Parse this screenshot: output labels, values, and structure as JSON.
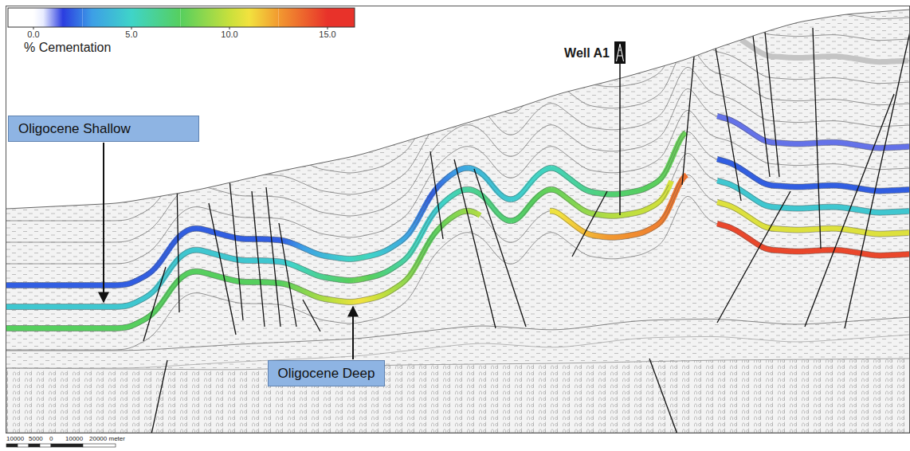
{
  "diagram": {
    "nodes": [
      {
        "text": [
          "Oligocene Shallow"
        ]
      },
      {
        "text": [
          "Oligocene Deep"
        ]
      }
    ],
    "labels": [
      "% Cementation",
      "Well A1",
      "10000",
      "5000",
      "0",
      "10000",
      "20000 meter"
    ],
    "legend": [
      {
        "text": "0.0",
        "color": "#ffffff"
      },
      {
        "text": "5.0",
        "color": "#3fd4c8"
      },
      {
        "text": "10.0",
        "color": "#c8e03c"
      },
      {
        "text": "15.0",
        "color": "#e8322a"
      }
    ]
  }
}
